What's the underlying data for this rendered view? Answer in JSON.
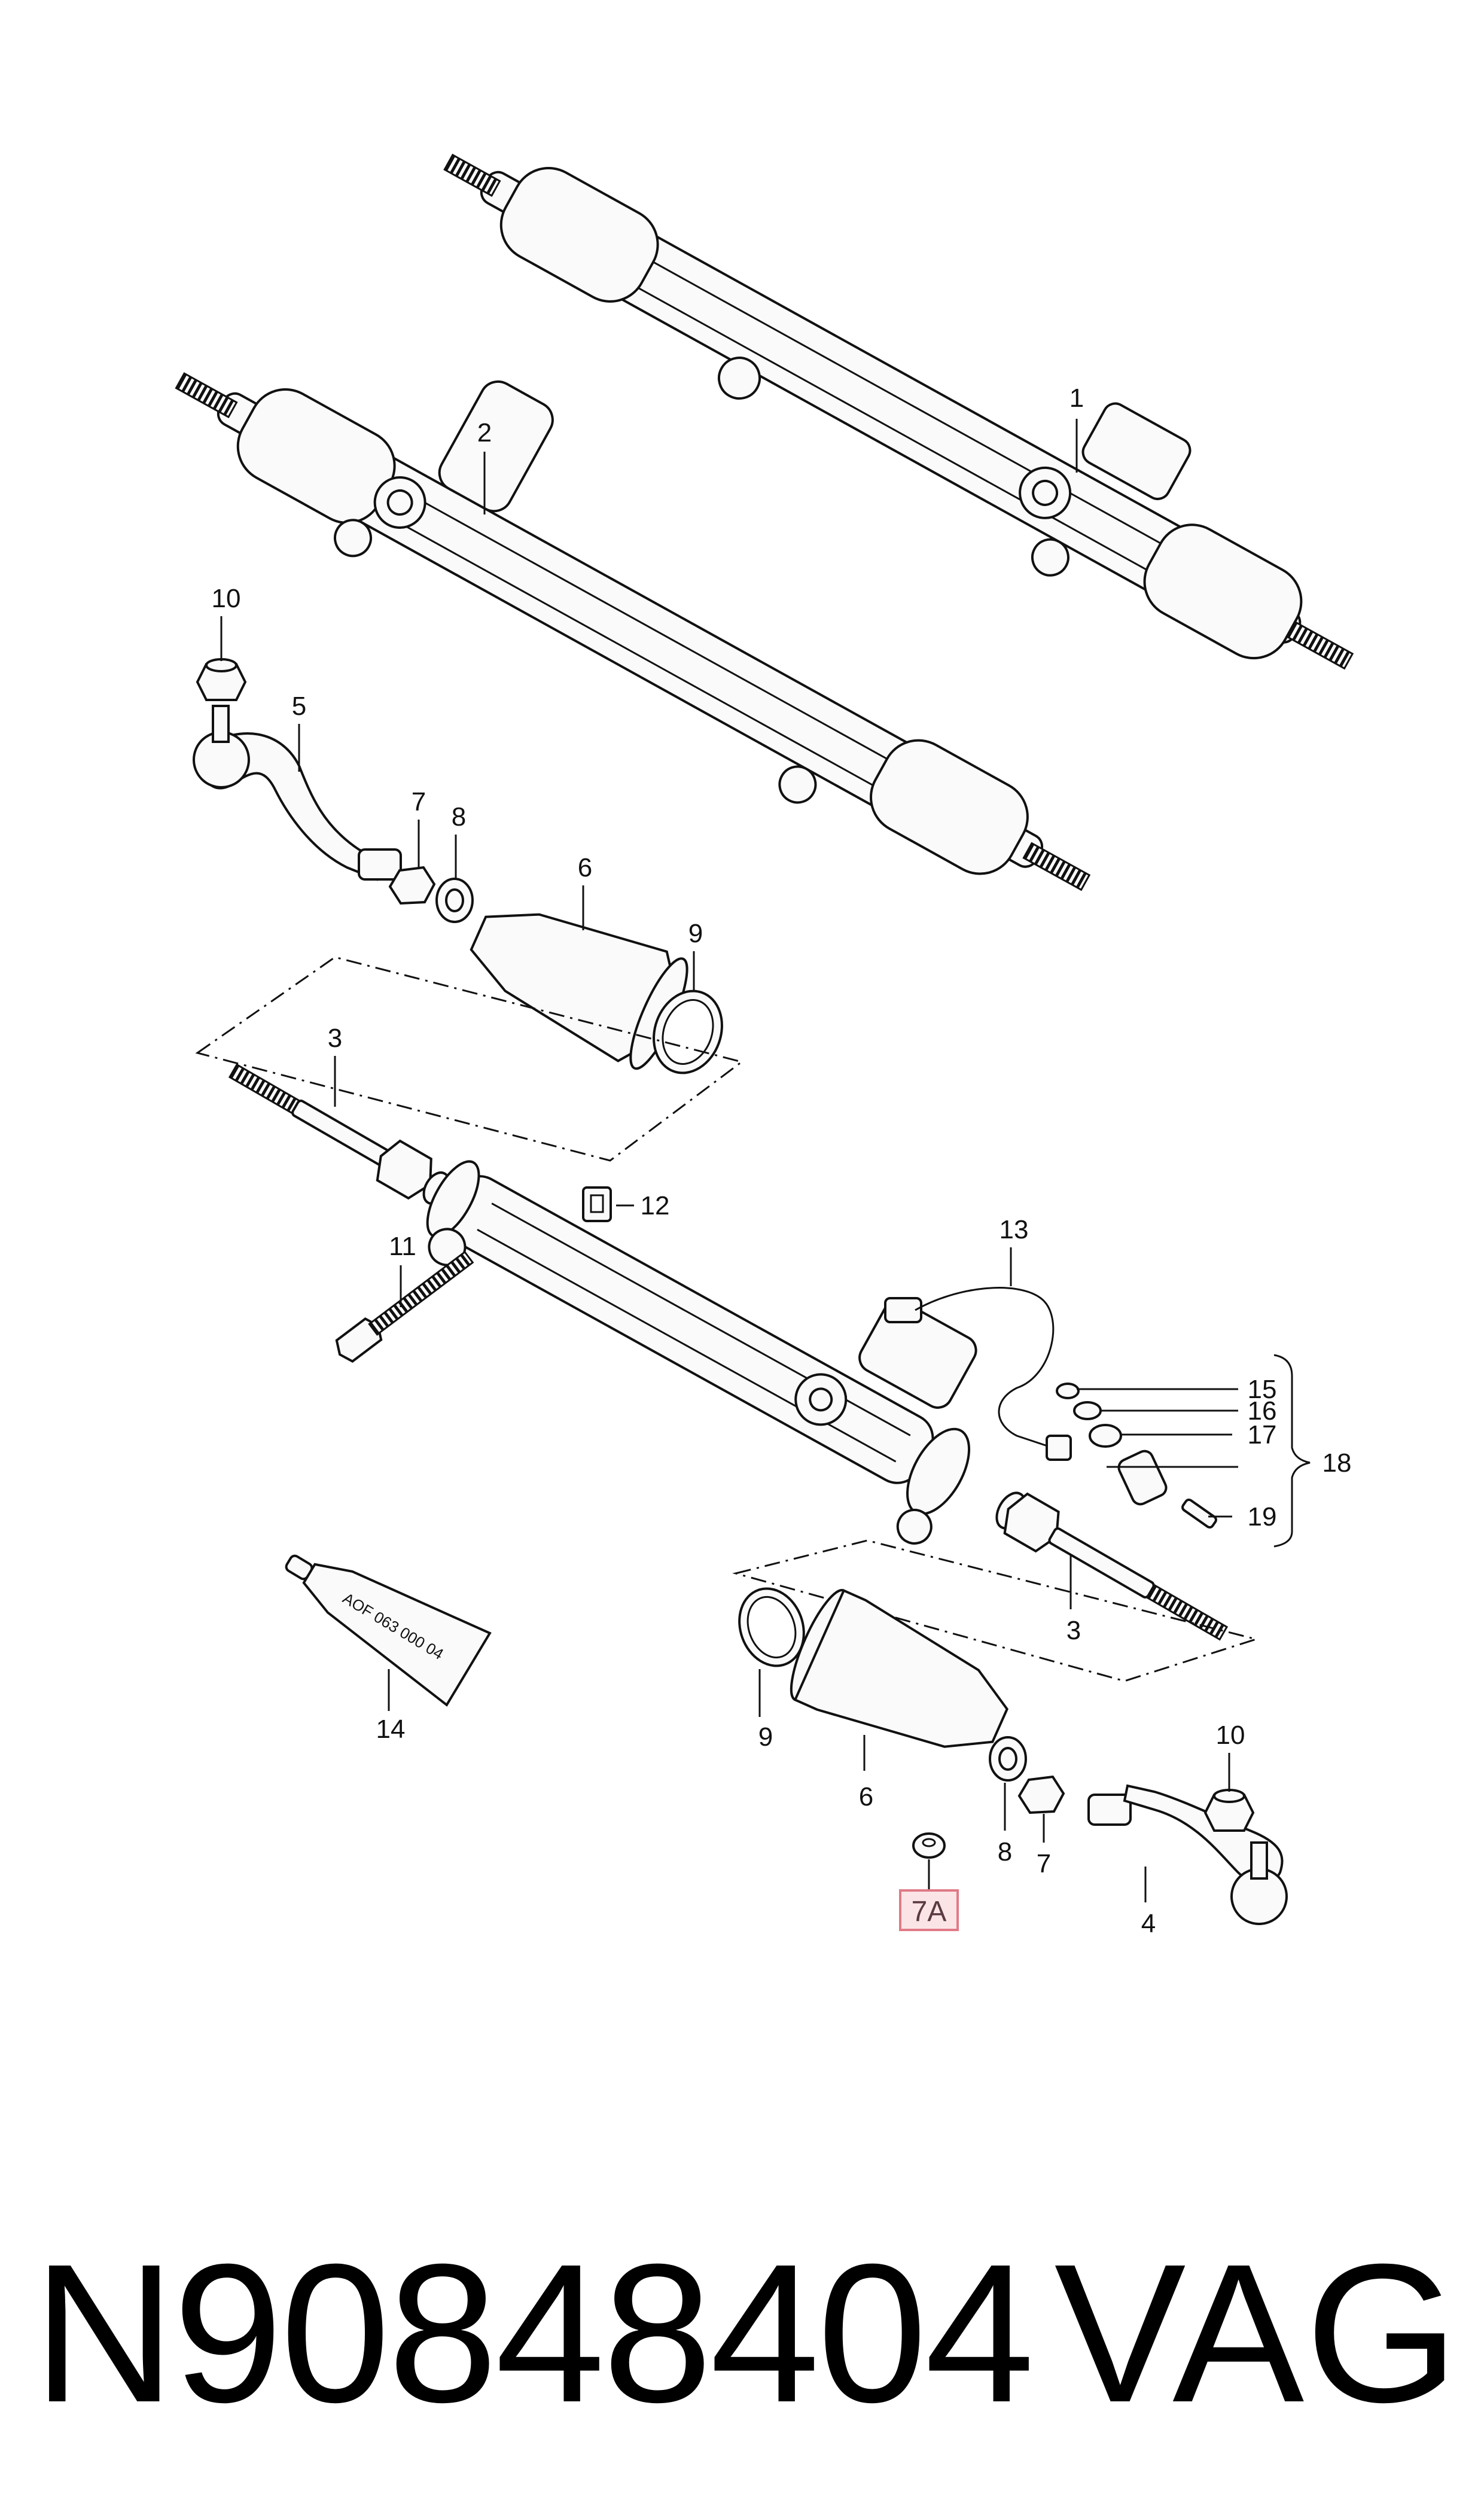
{
  "callouts": {
    "c1": "1",
    "c2": "2",
    "c3a": "3",
    "c3b": "3",
    "c4": "4",
    "c5": "5",
    "c6a": "6",
    "c6b": "6",
    "c7a": "7",
    "c7b": "7",
    "c7A": "7A",
    "c8a": "8",
    "c8b": "8",
    "c9a": "9",
    "c9b": "9",
    "c10a": "10",
    "c10b": "10",
    "c11": "11",
    "c12": "12",
    "c13": "13",
    "c14": "14",
    "c15": "15",
    "c16": "16",
    "c17": "17",
    "c18": "18",
    "c19": "19"
  },
  "tube_label": "AOF 063 000 04",
  "highlight": {
    "callout": "7A",
    "fill": "#fbe4e6",
    "stroke": "#e07a86"
  },
  "footer": {
    "part_number": "N90848404",
    "brand": "VAG"
  }
}
